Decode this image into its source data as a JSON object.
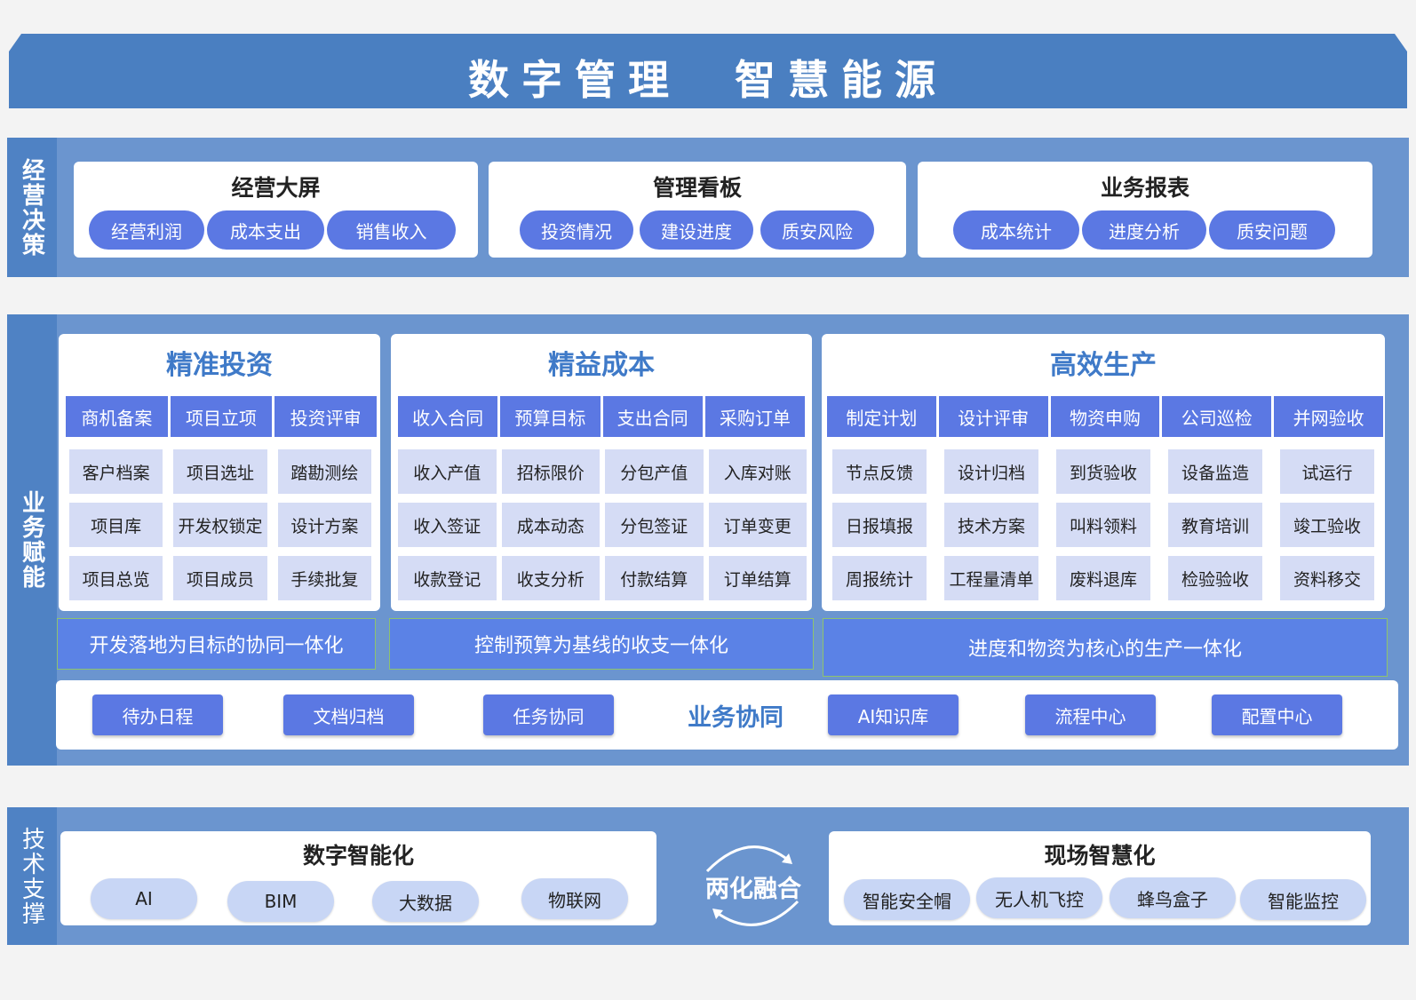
{
  "banner": {
    "title": "数字管理　智慧能源"
  },
  "decision": {
    "label": "经营决策",
    "cards": [
      {
        "title": "经营大屏",
        "items": [
          "经营利润",
          "成本支出",
          "销售收入"
        ]
      },
      {
        "title": "管理看板",
        "items": [
          "投资情况",
          "建设进度",
          "质安风险"
        ]
      },
      {
        "title": "业务报表",
        "items": [
          "成本统计",
          "进度分析",
          "质安问题"
        ]
      }
    ]
  },
  "business": {
    "label": "业务赋能",
    "panels": [
      {
        "title": "精准投资",
        "headers": [
          "商机备案",
          "项目立项",
          "投资评审"
        ],
        "cells": [
          "客户档案",
          "项目选址",
          "踏勘测绘",
          "项目库",
          "开发权锁定",
          "设计方案",
          "项目总览",
          "项目成员",
          "手续批复"
        ],
        "slogan": "开发落地为目标的协同一体化"
      },
      {
        "title": "精益成本",
        "headers": [
          "收入合同",
          "预算目标",
          "支出合同",
          "采购订单"
        ],
        "cells": [
          "收入产值",
          "招标限价",
          "分包产值",
          "入库对账",
          "收入签证",
          "成本动态",
          "分包签证",
          "订单变更",
          "收款登记",
          "收支分析",
          "付款结算",
          "订单结算"
        ],
        "slogan": "控制预算为基线的收支一体化"
      },
      {
        "title": "高效生产",
        "headers": [
          "制定计划",
          "设计评审",
          "物资申购",
          "公司巡检",
          "并网验收"
        ],
        "cells": [
          "节点反馈",
          "设计归档",
          "到货验收",
          "设备监造",
          "试运行",
          "日报填报",
          "技术方案",
          "叫料领料",
          "教育培训",
          "竣工验收",
          "周报统计",
          "工程量清单",
          "废料退库",
          "检验验收",
          "资料移交"
        ],
        "slogan": "进度和物资为核心的生产一体化"
      }
    ],
    "collab": {
      "title": "业务协同",
      "left": [
        "待办日程",
        "文档归档",
        "任务协同"
      ],
      "right": [
        "AI知识库",
        "流程中心",
        "配置中心"
      ]
    }
  },
  "tech": {
    "label": "技术支撑",
    "digital": {
      "title": "数字智能化",
      "items": [
        "AI",
        "BIM",
        "大数据",
        "物联网"
      ]
    },
    "fusion": "两化融合",
    "site": {
      "title": "现场智慧化",
      "items": [
        "智能安全帽",
        "无人机飞控",
        "蜂鸟盒子",
        "智能监控"
      ]
    }
  }
}
